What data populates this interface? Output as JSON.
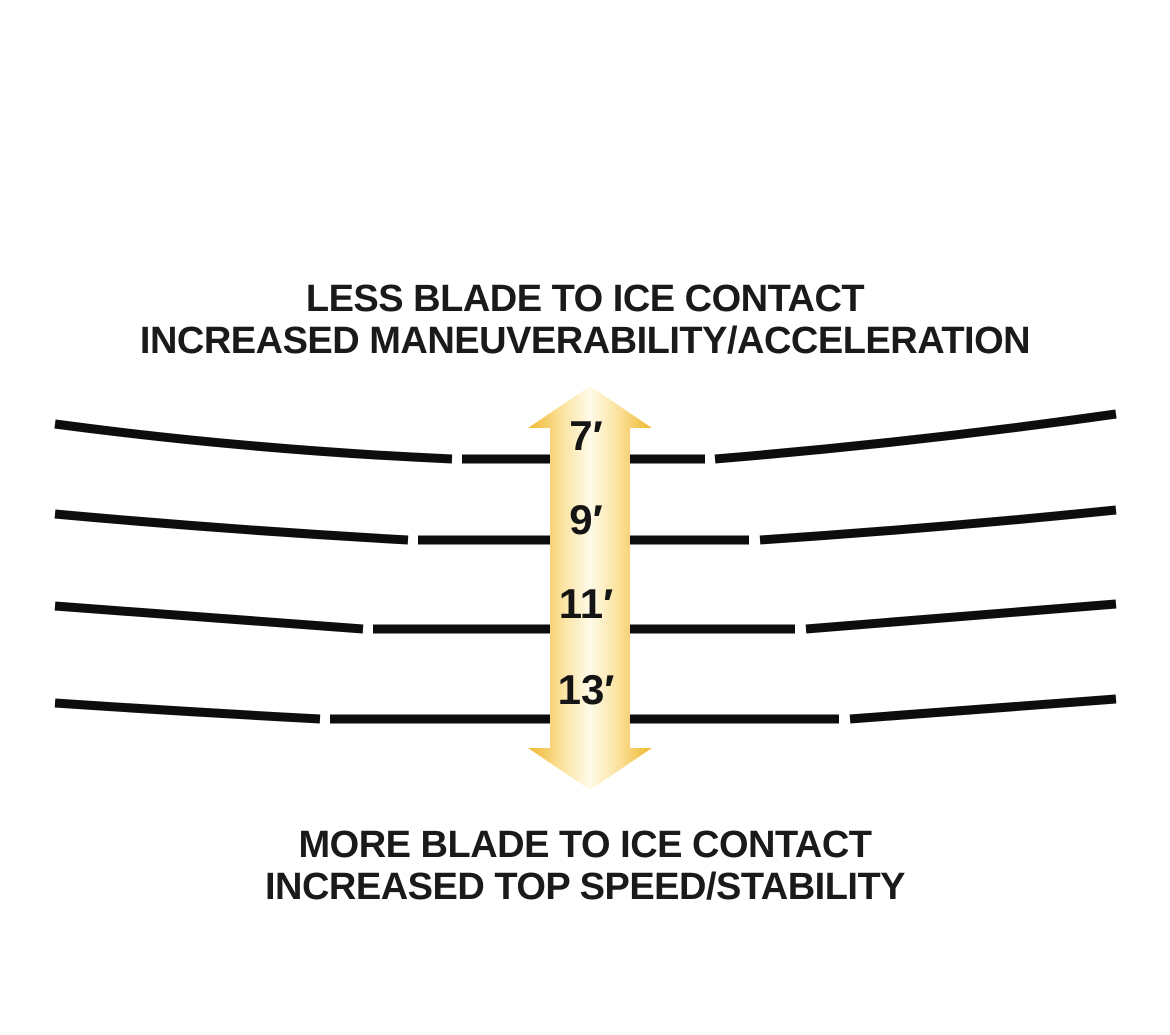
{
  "top_caption": {
    "line1": "LESS BLADE TO ICE CONTACT",
    "line2": "INCREASED MANEUVERABILITY/ACCELERATION"
  },
  "bottom_caption": {
    "line1": "MORE BLADE TO ICE CONTACT",
    "line2": "INCREASED TOP SPEED/STABILITY"
  },
  "radius_labels": [
    "7′",
    "9′",
    "11′",
    "13′"
  ],
  "colors": {
    "line": "#0d0d0d",
    "arrow_light": "#fffbe9",
    "arrow_dark": "#f0b62c",
    "text": "#1a1a1a"
  }
}
